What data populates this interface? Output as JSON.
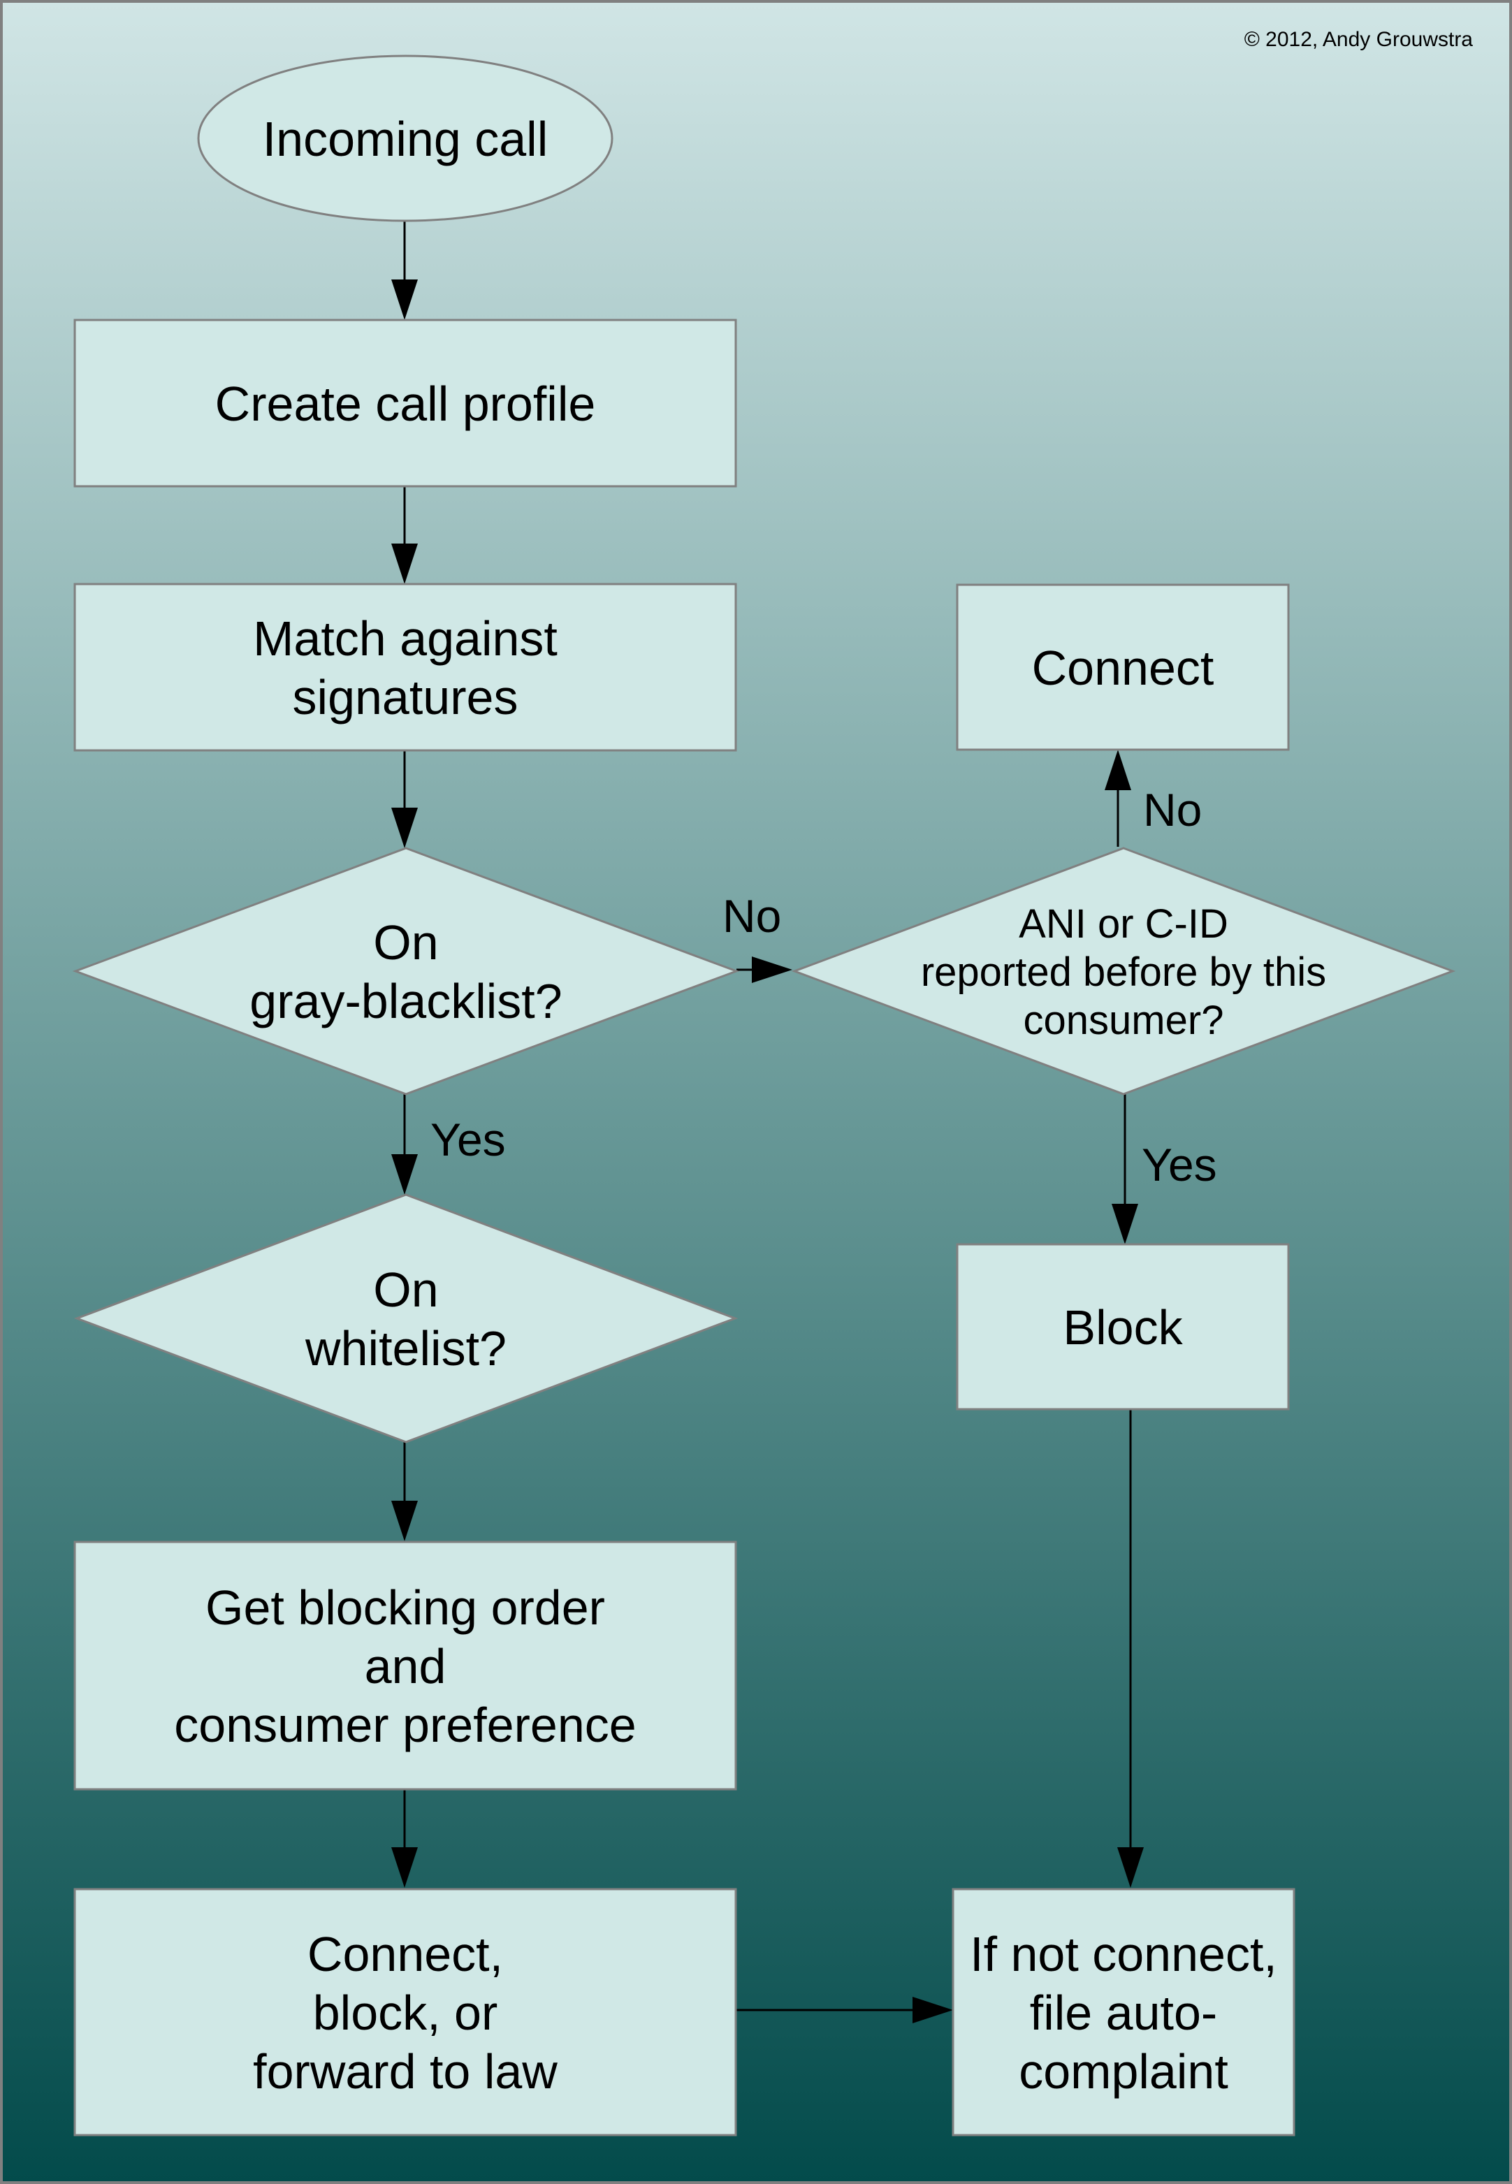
{
  "copyright": "© 2012, Andy Grouwstra",
  "colors": {
    "background_top": "#d0e5e5",
    "background_bottom": "#034b4b",
    "shape_fill": "#d0e8e6",
    "shape_stroke": "#808080",
    "connector": "#000000"
  },
  "nodes": {
    "incoming_call": {
      "type": "terminator",
      "lines": [
        "Incoming call"
      ]
    },
    "create_profile": {
      "type": "process",
      "lines": [
        "Create call profile"
      ]
    },
    "match_signatures": {
      "type": "process",
      "lines": [
        "Match against",
        "signatures"
      ]
    },
    "gray_blacklist": {
      "type": "decision",
      "lines": [
        "On",
        "gray-blacklist?"
      ]
    },
    "whitelist": {
      "type": "decision",
      "lines": [
        "On",
        "whitelist?"
      ]
    },
    "get_order": {
      "type": "process",
      "lines": [
        "Get blocking order",
        "and",
        "consumer preference"
      ]
    },
    "connect_block_forward": {
      "type": "process",
      "lines": [
        "Connect,",
        "block, or",
        "forward to law"
      ]
    },
    "ani_reported": {
      "type": "decision",
      "lines": [
        "ANI or C-ID",
        "reported before by this",
        "consumer?"
      ]
    },
    "connect": {
      "type": "process",
      "lines": [
        "Connect"
      ]
    },
    "block": {
      "type": "process",
      "lines": [
        "Block"
      ]
    },
    "auto_complaint": {
      "type": "process",
      "lines": [
        "If not connect,",
        "file auto-",
        "complaint"
      ]
    }
  },
  "edges": [
    {
      "from": "incoming_call",
      "to": "create_profile",
      "label": ""
    },
    {
      "from": "create_profile",
      "to": "match_signatures",
      "label": ""
    },
    {
      "from": "match_signatures",
      "to": "gray_blacklist",
      "label": ""
    },
    {
      "from": "gray_blacklist",
      "to": "whitelist",
      "label": "Yes"
    },
    {
      "from": "gray_blacklist",
      "to": "ani_reported",
      "label": "No"
    },
    {
      "from": "whitelist",
      "to": "get_order",
      "label": ""
    },
    {
      "from": "get_order",
      "to": "connect_block_forward",
      "label": ""
    },
    {
      "from": "connect_block_forward",
      "to": "auto_complaint",
      "label": ""
    },
    {
      "from": "ani_reported",
      "to": "connect",
      "label": "No"
    },
    {
      "from": "ani_reported",
      "to": "block",
      "label": "Yes"
    },
    {
      "from": "block",
      "to": "auto_complaint",
      "label": ""
    }
  ]
}
